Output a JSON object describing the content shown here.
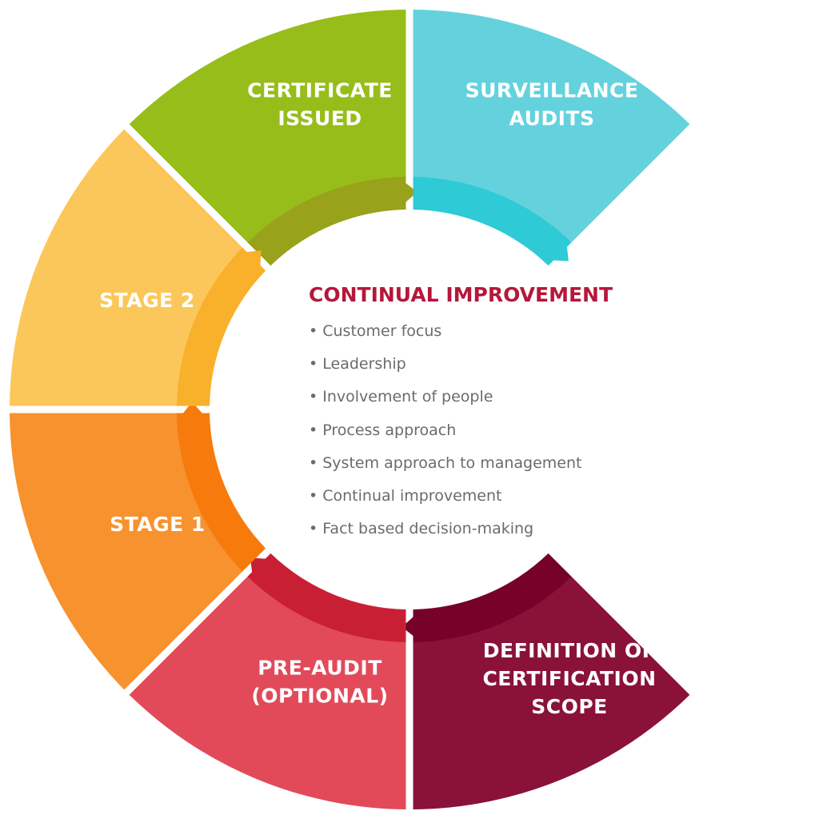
{
  "center": {
    "title": "CONTINUAL IMPROVEMENT",
    "title_color": "#b5173a",
    "text_color": "#6b6b6b",
    "items": [
      "• Customer focus",
      "• Leadership",
      "• Involvement of people",
      "• Process approach",
      "• System approach to management",
      "• Continual improvement",
      "• Fact based decision-making"
    ]
  },
  "segments": [
    {
      "id": "certificate-issued",
      "lines": [
        "CERTIFICATE",
        "ISSUED"
      ],
      "main_color": "#97bd1b",
      "inner_color": "#98a21a",
      "text_color": "#ffffff"
    },
    {
      "id": "surveillance-audits",
      "lines": [
        "SURVEILLANCE",
        "AUDITS"
      ],
      "main_color": "#64d2dd",
      "inner_color": "#2ecad6",
      "text_color": "#ffffff"
    },
    {
      "id": "definition-of-certification-scope",
      "lines": [
        "DEFINITION OF",
        "CERTIFICATION",
        "SCOPE"
      ],
      "main_color": "#8a1238",
      "inner_color": "#76022a",
      "text_color": "#ffffff"
    },
    {
      "id": "pre-audit",
      "lines": [
        "PRE-AUDIT",
        "(OPTIONAL)"
      ],
      "main_color": "#e24a5a",
      "inner_color": "#c91f35",
      "text_color": "#ffffff"
    },
    {
      "id": "stage-1",
      "lines": [
        "STAGE 1"
      ],
      "main_color": "#f7922e",
      "inner_color": "#f77a0c",
      "text_color": "#ffffff"
    },
    {
      "id": "stage-2",
      "lines": [
        "STAGE 2"
      ],
      "main_color": "#fcc75a",
      "inner_color": "#f9b02a",
      "text_color": "#ffffff"
    }
  ]
}
